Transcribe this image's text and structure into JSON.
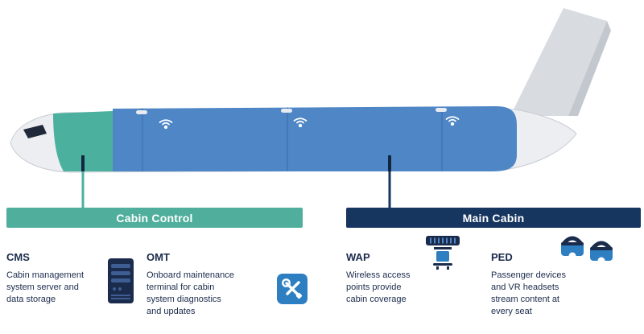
{
  "colors": {
    "teal": "#4FAE9C",
    "navy": "#16355F",
    "icon_blue": "#2E7FC2",
    "fuselage_blue": "#4E86C6",
    "fuselage_gray": "#ECEEF1",
    "text": "#1B2B4C"
  },
  "aircraft": {
    "wifi_icon_count": 3
  },
  "sections": {
    "cabin_control": {
      "label": "Cabin Control",
      "items": [
        {
          "title": "CMS",
          "lines": [
            "Cabin management",
            "system server and",
            "data storage"
          ],
          "icon": "server-rack-icon"
        },
        {
          "title": "OMT",
          "lines": [
            "Onboard maintenance",
            "terminal for cabin",
            "system diagnostics",
            "and updates"
          ],
          "icon": "maintenance-tools-icon"
        }
      ]
    },
    "main_cabin": {
      "label": "Main Cabin",
      "items": [
        {
          "title": "WAP",
          "lines": [
            "Wireless access",
            "points provide",
            "cabin coverage"
          ],
          "icon": "wireless-access-point-icon"
        },
        {
          "title": "PED",
          "lines": [
            "Passenger devices",
            "and VR headsets",
            "stream content at",
            "every seat"
          ],
          "icon": "vr-headsets-icon"
        }
      ]
    }
  }
}
